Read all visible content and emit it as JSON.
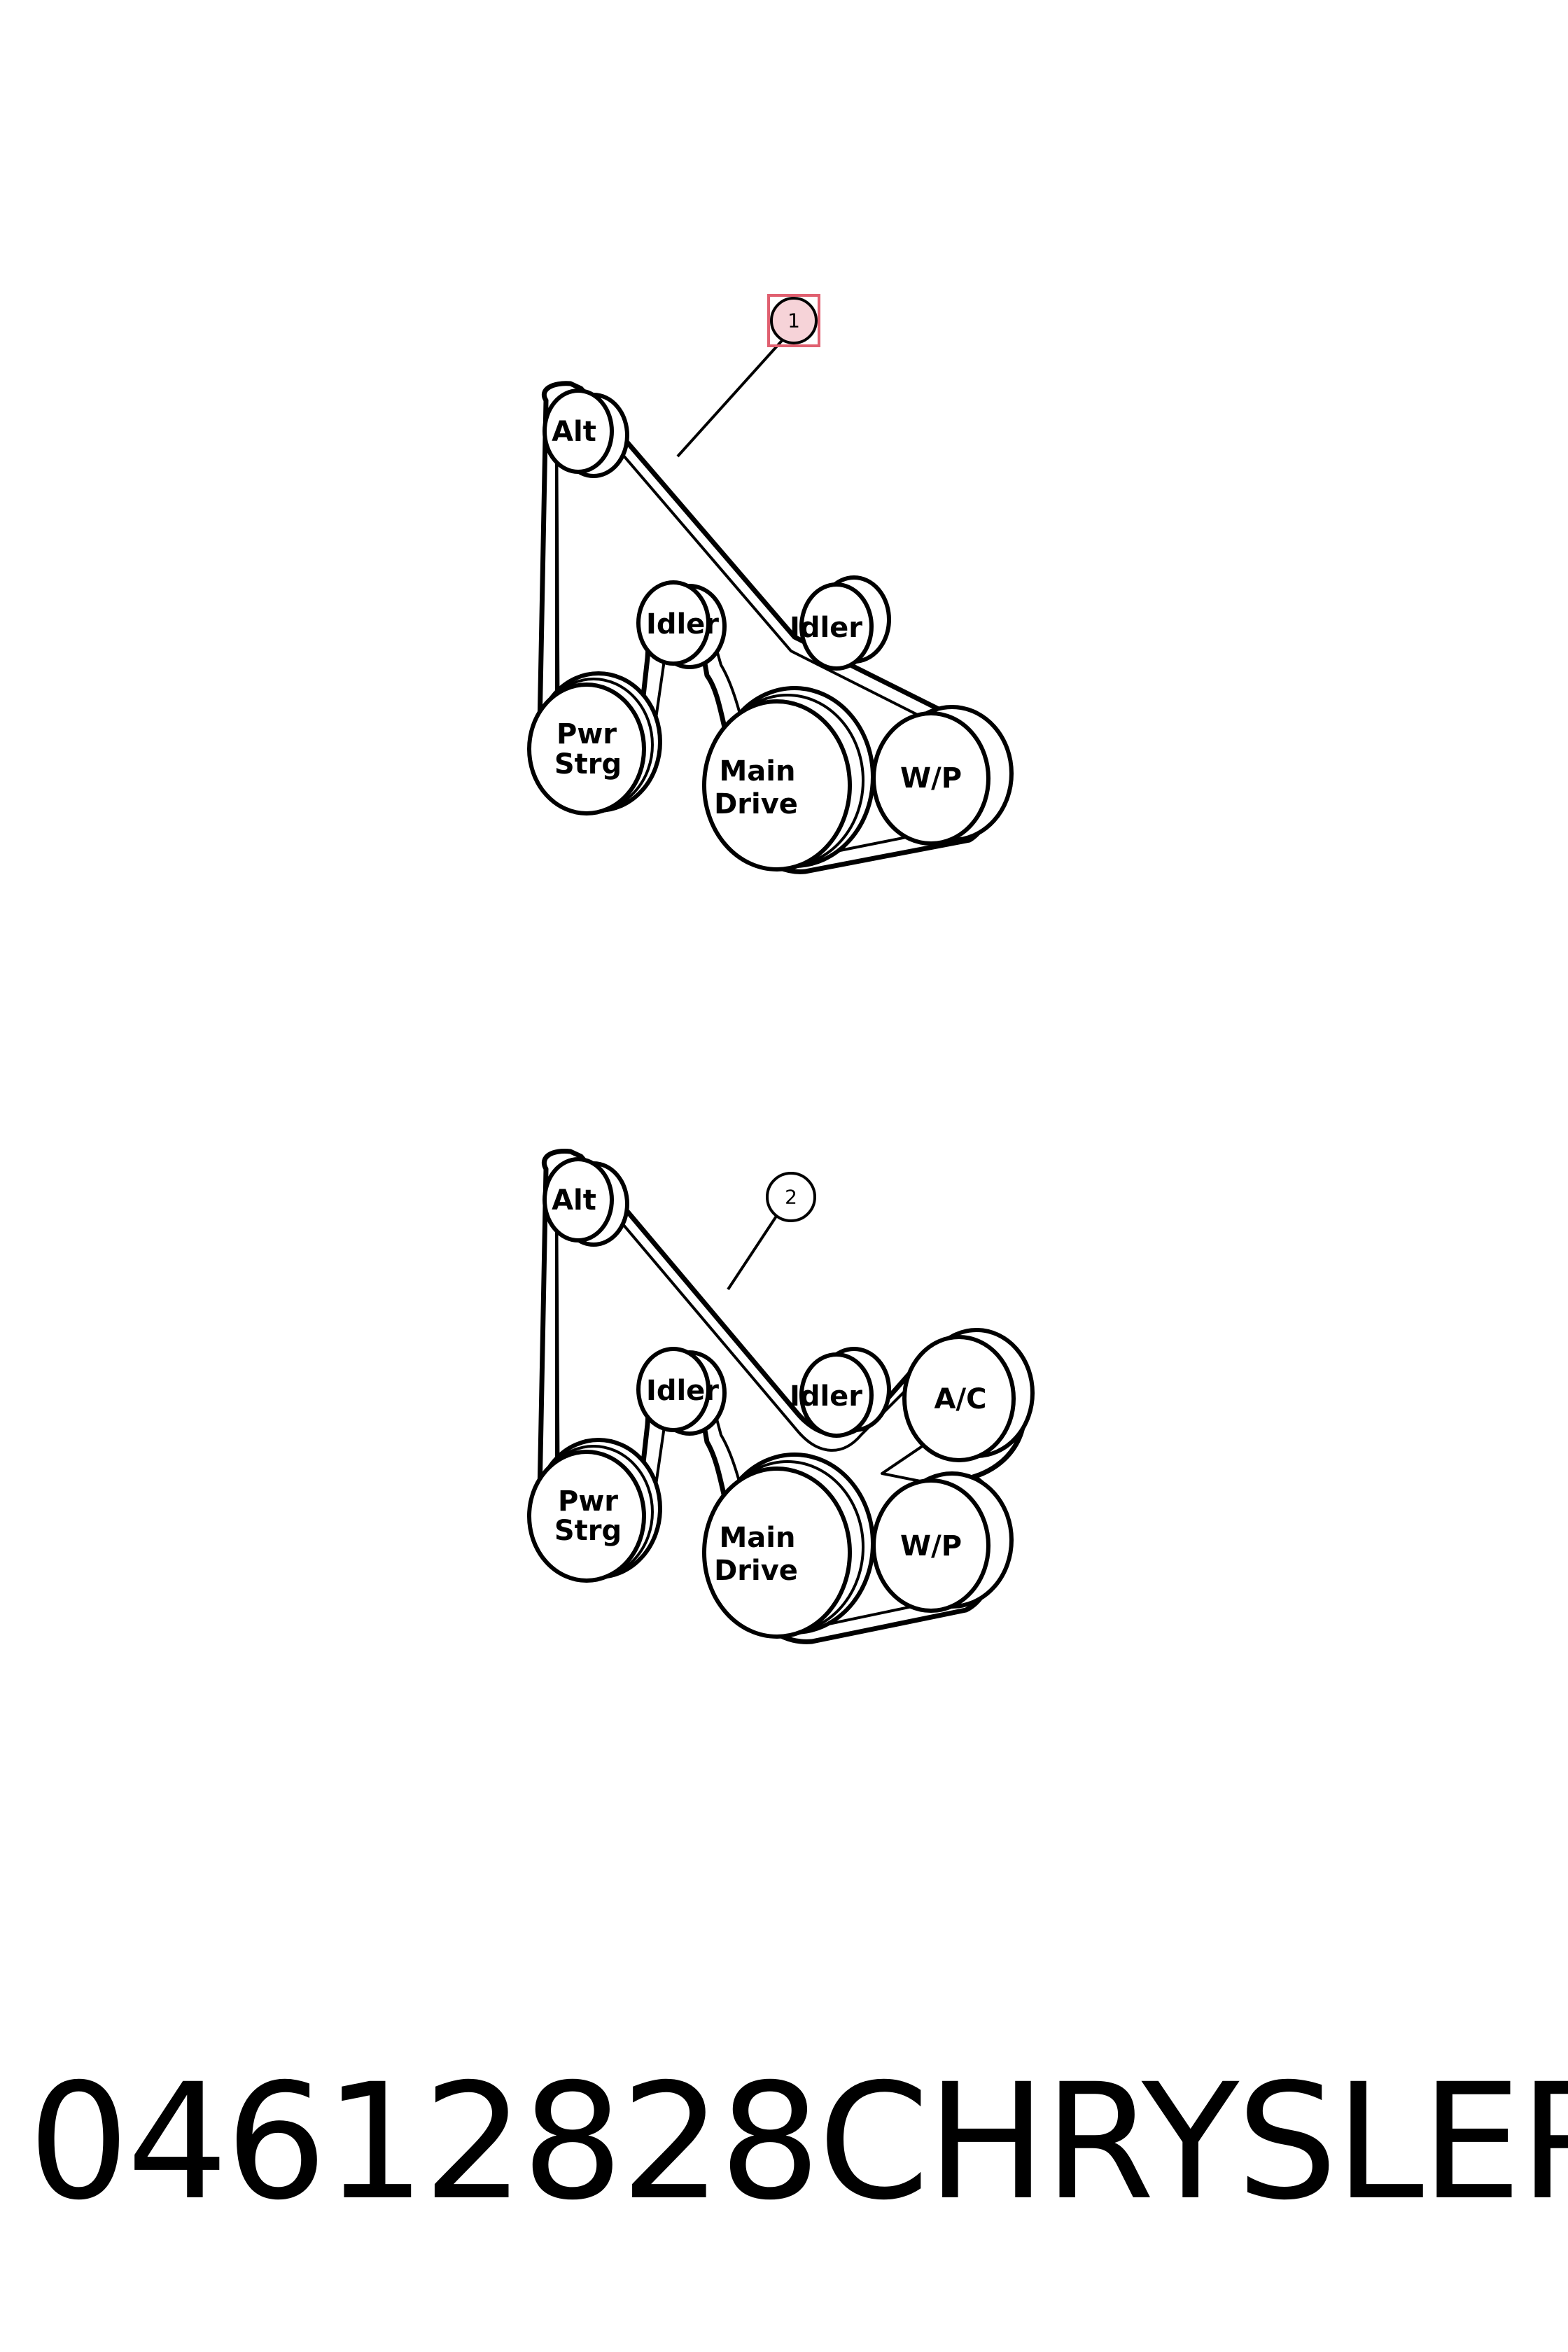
{
  "diagram_1": {
    "callout": "1",
    "callout_highlighted": true,
    "pulleys": {
      "alt": "Alt",
      "idler_left": "Idler",
      "idler_right": "Idler",
      "pwr_strg_line1": "Pwr",
      "pwr_strg_line2": "Strg",
      "main_drive_line1": "Main",
      "main_drive_line2": "Drive",
      "wp": "W/P"
    }
  },
  "diagram_2": {
    "callout": "2",
    "callout_highlighted": false,
    "pulleys": {
      "alt": "Alt",
      "idler_left": "Idler",
      "idler_right": "Idler",
      "ac": "A/C",
      "pwr_strg_line1": "Pwr",
      "pwr_strg_line2": "Strg",
      "main_drive_line1": "Main",
      "main_drive_line2": "Drive",
      "wp": "W/P"
    }
  },
  "caption": {
    "part_number": "04612828",
    "brand": "CHRYSLER"
  },
  "colors": {
    "line": "#000000",
    "background": "#ffffff",
    "highlight_fill": "#f6d3d8",
    "highlight_stroke": "#e06070"
  }
}
